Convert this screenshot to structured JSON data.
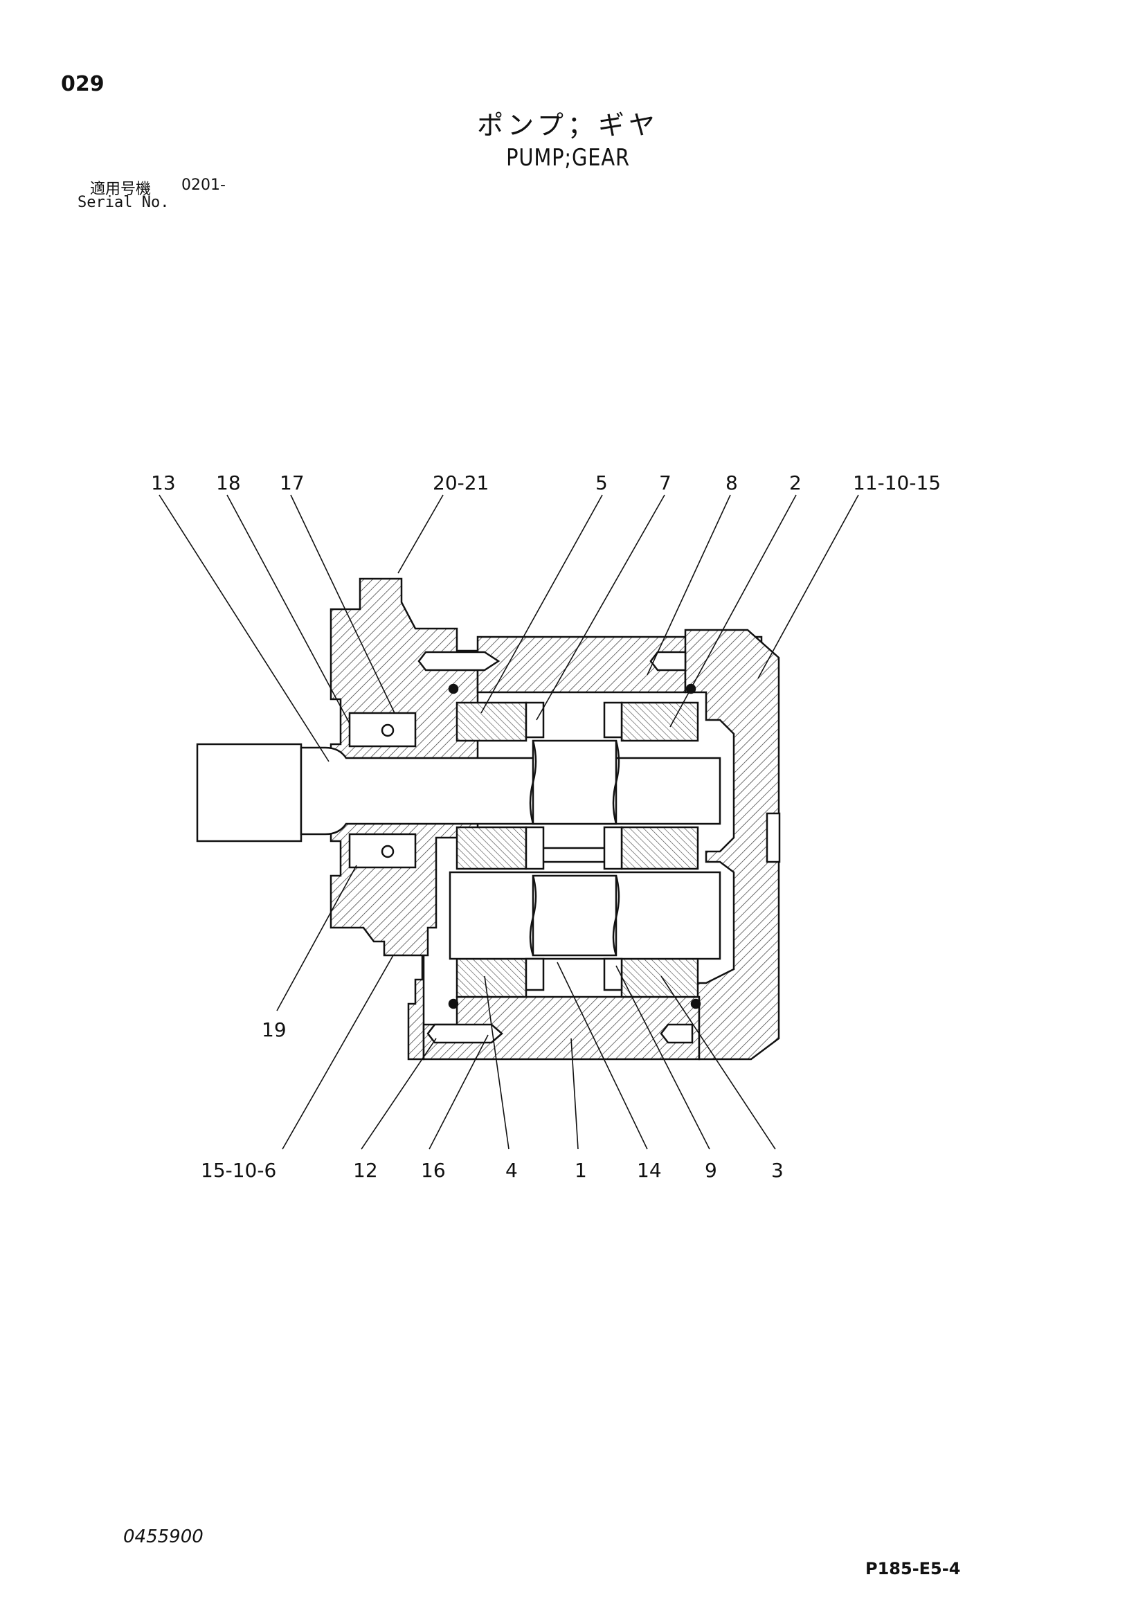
{
  "header": {
    "page_number": "029",
    "title_jp": "ポンプ；ギヤ",
    "title_en": "PUMP;GEAR",
    "serial_label_jp": "適用号機",
    "serial_value": "0201-",
    "serial_label_en": "Serial No."
  },
  "footer": {
    "document_number": "0455900",
    "page_code": "P185-E5-4"
  },
  "callouts": [
    {
      "id": "c13",
      "label": "13"
    },
    {
      "id": "c18",
      "label": "18"
    },
    {
      "id": "c17",
      "label": "17"
    },
    {
      "id": "c20_21",
      "label": "20-21"
    },
    {
      "id": "c5",
      "label": "5"
    },
    {
      "id": "c7",
      "label": "7"
    },
    {
      "id": "c8",
      "label": "8"
    },
    {
      "id": "c2",
      "label": "2"
    },
    {
      "id": "c11_10_15",
      "label": "11-10-15"
    },
    {
      "id": "c19",
      "label": "19"
    },
    {
      "id": "c15_10_6",
      "label": "15-10-6"
    },
    {
      "id": "c12",
      "label": "12"
    },
    {
      "id": "c16",
      "label": "16"
    },
    {
      "id": "c4",
      "label": "4"
    },
    {
      "id": "c1",
      "label": "1"
    },
    {
      "id": "c14",
      "label": "14"
    },
    {
      "id": "c9",
      "label": "9"
    },
    {
      "id": "c3",
      "label": "3"
    }
  ]
}
